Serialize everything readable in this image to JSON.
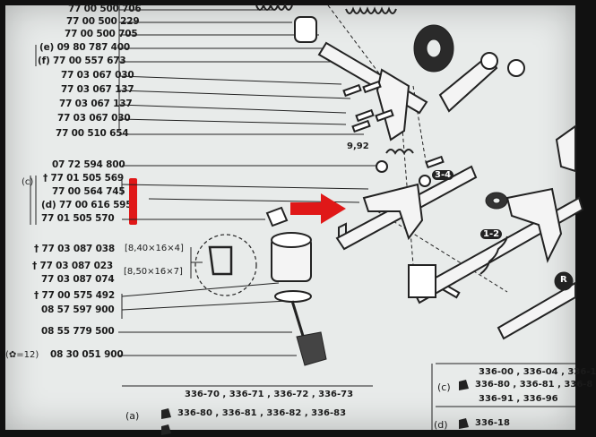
{
  "parts": [
    {
      "id": "p0",
      "label": "77 00 500 706"
    },
    {
      "id": "p1",
      "label": "77 00 500 229"
    },
    {
      "id": "p2",
      "label": "77 00 500 705"
    },
    {
      "id": "p3",
      "label": "(e) 09 80 787 400"
    },
    {
      "id": "p4",
      "label": "(f) 77 00 557 673"
    },
    {
      "id": "p5",
      "label": "77 03 067 030"
    },
    {
      "id": "p6",
      "label": "77 03 067 137"
    },
    {
      "id": "p7",
      "label": "77 03 067 137"
    },
    {
      "id": "p8",
      "label": "77 03 067 030"
    },
    {
      "id": "p9",
      "label": "77 00 510 654"
    },
    {
      "id": "p10",
      "label": "07 72 594 800"
    },
    {
      "id": "p11",
      "label": "† 77 01 505 569"
    },
    {
      "id": "p12",
      "label": "77 00 564 745"
    },
    {
      "id": "p13",
      "label": "(d) 77 00 616 595"
    },
    {
      "id": "p14",
      "label": "77 01 505 570"
    },
    {
      "id": "p15",
      "label": "† 77 03 087 038"
    },
    {
      "id": "p16",
      "label": "† 77 03 087 023"
    },
    {
      "id": "p17",
      "label": "77 03 087 074"
    },
    {
      "id": "p18",
      "label": "† 77 00 575 492"
    },
    {
      "id": "p19",
      "label": "08 57 597 900"
    },
    {
      "id": "p20",
      "label": "08 55 779 500"
    },
    {
      "id": "p21",
      "label": "08 30 051 900"
    }
  ],
  "notes": {
    "dimension": "9,92",
    "size_a": "[8,40×16×4]",
    "size_b": "[8,50×16×7]",
    "c_marker": "(c)",
    "gear_marker": "(✿=12)",
    "fork_34": "3-4",
    "fork_12": "1-2",
    "reverse": "R"
  },
  "references": {
    "a_label": "(a)",
    "a_line1": "336-70 , 336-71 , 336-72 , 336-73",
    "a_line2": "336-80 , 336-81 , 336-82 , 336-83",
    "c_label": "(c)",
    "c_line0": "336-00 , 336-04 , 336-1",
    "c_line1": "336-80 , 336-81 , 336-8",
    "c_line2": "336-91 , 336-96",
    "d_label": "(d)",
    "d_line1": "336-18"
  },
  "colors": {
    "paper": "#e8ebea",
    "ink": "#1b1b1b",
    "highlight": "#e01818"
  }
}
